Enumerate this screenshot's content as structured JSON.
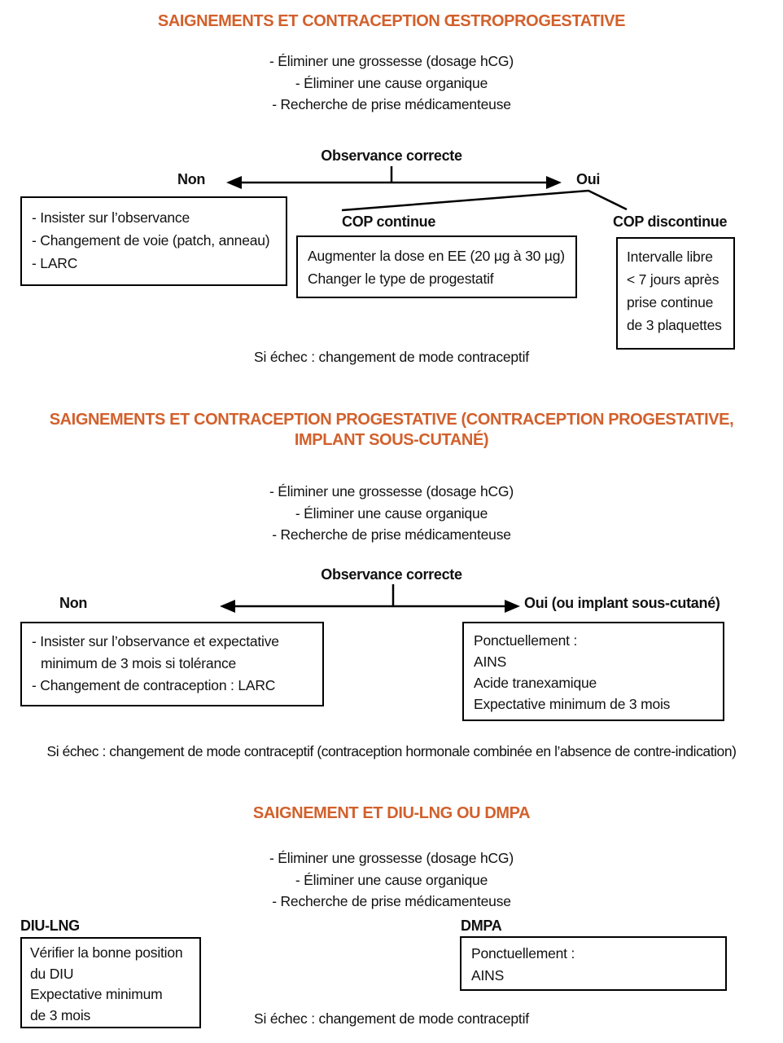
{
  "colors": {
    "accent": "#d2602c",
    "ink": "#111111"
  },
  "sections": [
    {
      "title": "SAIGNEMENTS ET CONTRACEPTION ŒSTROPROGESTATIVE",
      "bullets": [
        "- Éliminer une grossesse (dosage hCG)",
        "- Éliminer une cause organique",
        "- Recherche de prise médicamenteuse"
      ],
      "decision_label": "Observance correcte",
      "no_label": "Non",
      "yes_label": "Oui",
      "no_box": [
        "- Insister sur l’observance",
        "- Changement de voie (patch, anneau)",
        "- LARC"
      ],
      "branch1_label": "COP continue",
      "branch1_box": [
        "Augmenter la dose en EE (20 µg à 30 µg)",
        "Changer le type de progestatif"
      ],
      "branch2_label": "COP discontinue",
      "branch2_box": [
        "Intervalle libre",
        "< 7 jours après",
        "prise continue",
        "de 3 plaquettes"
      ],
      "failure_note": "Si échec : changement de mode contraceptif"
    },
    {
      "title": "SAIGNEMENTS ET CONTRACEPTION PROGESTATIVE (CONTRACEPTION PROGESTATIVE, IMPLANT SOUS-CUTANÉ)",
      "bullets": [
        "- Éliminer une grossesse (dosage hCG)",
        "- Éliminer une cause organique",
        "- Recherche de prise médicamenteuse"
      ],
      "decision_label": "Observance correcte",
      "no_label": "Non",
      "yes_label": "Oui (ou implant sous-cutané)",
      "no_box": [
        "- Insister sur l’observance et expectative",
        "minimum de 3 mois si tolérance",
        "- Changement de contraception : LARC"
      ],
      "yes_box": [
        "Ponctuellement :",
        "AINS",
        "Acide tranexamique",
        "Expectative minimum de 3 mois"
      ],
      "failure_note": "Si échec : changement de mode contraceptif (contraception hormonale combinée en l’absence de contre-indication)"
    },
    {
      "title": "SAIGNEMENT ET DIU-LNG OU DMPA",
      "bullets": [
        "- Éliminer une grossesse (dosage hCG)",
        "- Éliminer une cause organique",
        "- Recherche de prise médicamenteuse"
      ],
      "left_label": "DIU-LNG",
      "left_box": [
        "Vérifier la bonne position",
        "du DIU",
        "Expectative minimum",
        "de 3 mois"
      ],
      "right_label": "DMPA",
      "right_box": [
        "Ponctuellement :",
        "AINS"
      ],
      "failure_note": "Si échec : changement de mode contraceptif"
    }
  ]
}
